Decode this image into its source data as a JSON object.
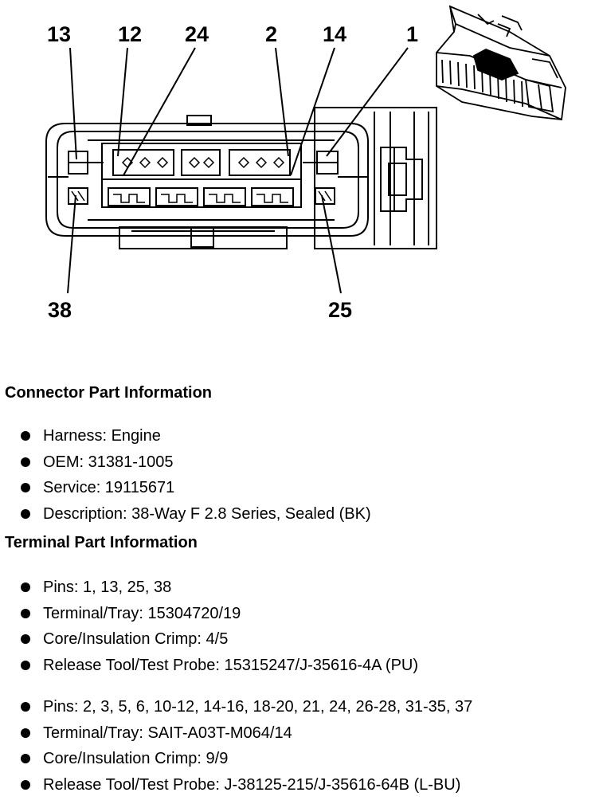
{
  "diagram": {
    "pin_labels": {
      "p13": "13",
      "p12": "12",
      "p24": "24",
      "p2": "2",
      "p14": "14",
      "p1": "1",
      "p38": "38",
      "p25": "25"
    }
  },
  "connector_info": {
    "title": "Connector Part Information",
    "items": [
      "Harness: Engine",
      "OEM: 31381-1005",
      "Service: 19115671",
      "Description: 38-Way F 2.8 Series, Sealed (BK)"
    ]
  },
  "terminal_info": {
    "title": "Terminal Part Information",
    "groups": [
      {
        "items": [
          "Pins: 1, 13, 25, 38",
          "Terminal/Tray: 15304720/19",
          "Core/Insulation Crimp: 4/5",
          "Release Tool/Test Probe: 15315247/J-35616-4A (PU)"
        ]
      },
      {
        "items": [
          "Pins: 2, 3, 5, 6, 10-12, 14-16, 18-20, 21, 24, 26-28, 31-35, 37",
          "Terminal/Tray: SAIT-A03T-M064/14",
          "Core/Insulation Crimp: 9/9",
          "Release Tool/Test Probe: J-38125-215/J-35616-64B (L-BU)"
        ]
      }
    ]
  }
}
